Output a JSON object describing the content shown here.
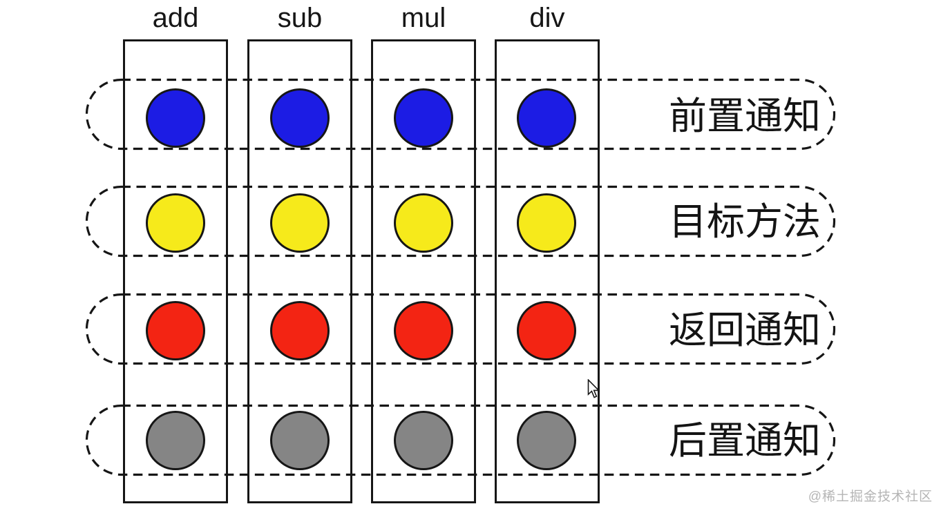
{
  "diagram": {
    "columns": [
      {
        "label": "add"
      },
      {
        "label": "sub"
      },
      {
        "label": "mul"
      },
      {
        "label": "div"
      }
    ],
    "rows": [
      {
        "label": "前置通知",
        "color": "#1c1ce4",
        "color_name": "blue"
      },
      {
        "label": "目标方法",
        "color": "#f6ea1b",
        "color_name": "yellow"
      },
      {
        "label": "返回通知",
        "color": "#f32413",
        "color_name": "red"
      },
      {
        "label": "后置通知",
        "color": "#858585",
        "color_name": "gray"
      }
    ],
    "stroke_color": "#161616",
    "watermark": "@稀土掘金技术社区"
  }
}
